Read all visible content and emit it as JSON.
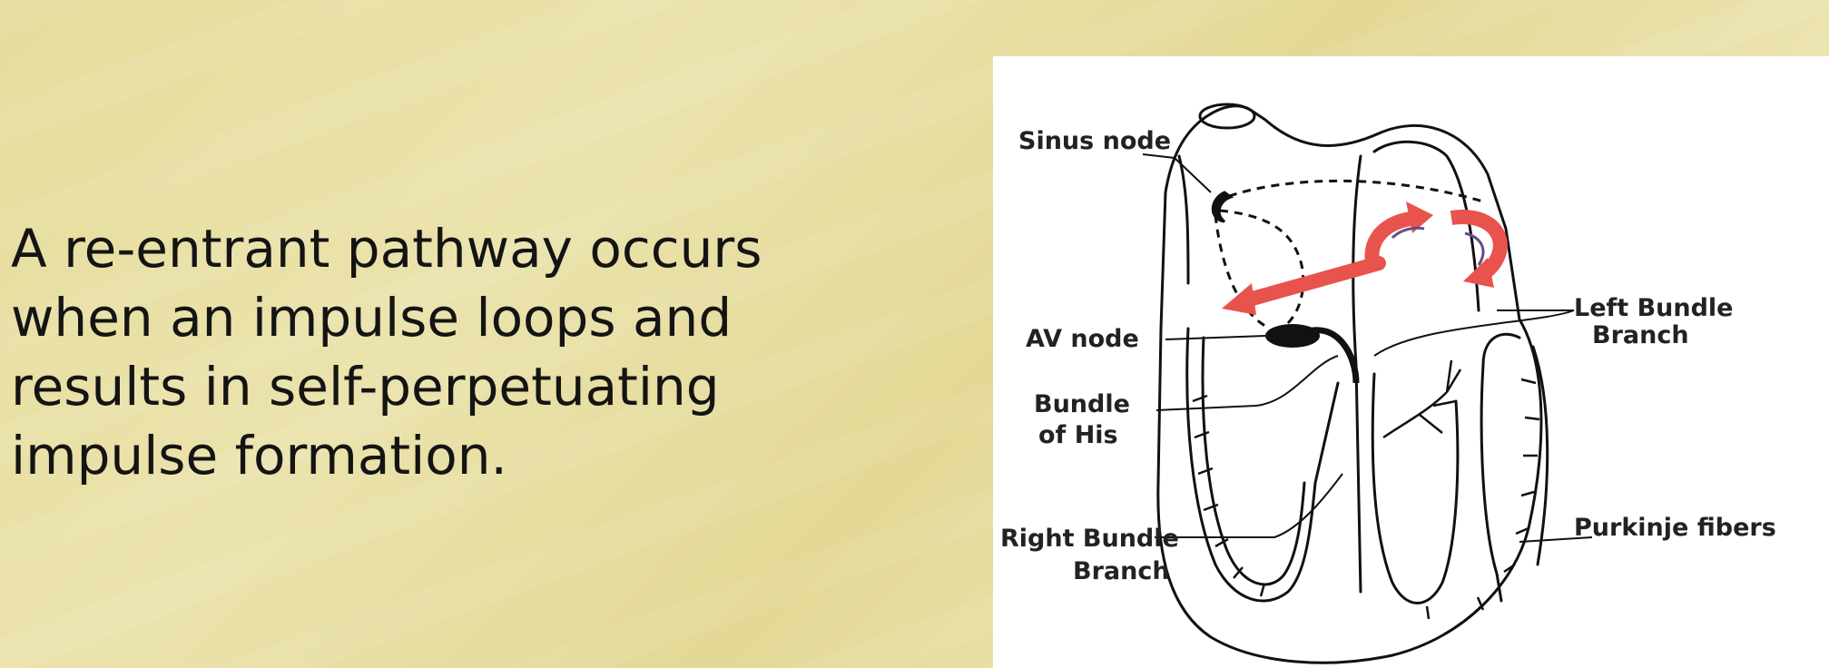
{
  "slide": {
    "text_lines": [
      "A re-entrant pathway occurs",
      "when an impulse loops and",
      "results in self-perpetuating",
      "impulse formation."
    ]
  },
  "diagram": {
    "labels": {
      "sinus_node": "Sinus node",
      "av_node": "AV node",
      "bundle_of_his_1": "Bundle",
      "bundle_of_his_2": "of His",
      "right_bundle_1": "Right Bundle",
      "right_bundle_2": "Branch",
      "left_bundle_1": "Left Bundle",
      "left_bundle_2": "Branch",
      "purkinje": "Purkinje fibers"
    },
    "colors": {
      "arrow": "#e8534d",
      "arrow_dark": "#6a4a8a",
      "line": "#111111"
    }
  }
}
